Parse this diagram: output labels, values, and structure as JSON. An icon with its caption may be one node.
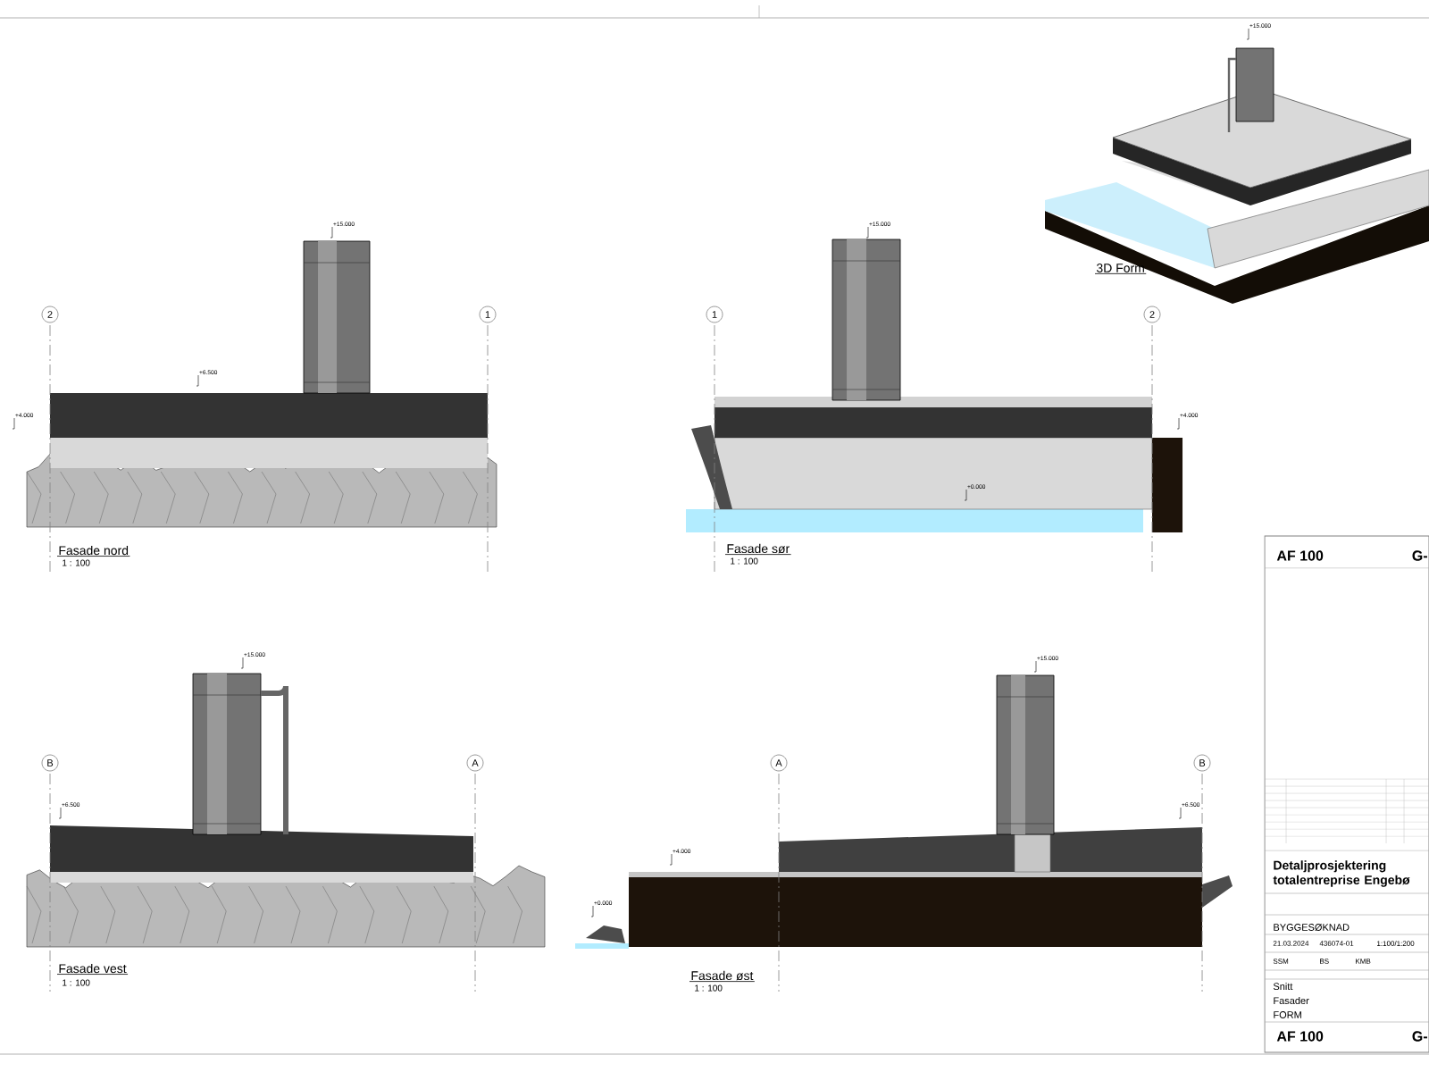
{
  "diagram": {
    "nodes": [
      {
        "text": [
          "2"
        ]
      },
      {
        "text": [
          "1"
        ]
      },
      {
        "text": [
          "1"
        ]
      },
      {
        "text": [
          "2"
        ]
      },
      {
        "text": [
          "B"
        ]
      },
      {
        "text": [
          "A"
        ]
      },
      {
        "text": [
          "A"
        ]
      },
      {
        "text": [
          "B"
        ]
      }
    ],
    "labels": [
      "+15.000",
      "3D Form",
      "+15.000",
      "+6.500",
      "+4.000",
      "Fasade nord",
      "1 : 100",
      "+15.000",
      "+4.000",
      "+0.000",
      "Fasade sør",
      "1 : 100",
      "AF 100",
      "G-",
      "+15.000",
      "+6.500",
      "Fasade vest",
      "1 : 100",
      "+15.000",
      "+6.500",
      "+4.000",
      "+0.000",
      "Fasade øst",
      "1 : 100",
      "Detaljprosjektering totalentreprise Engebø",
      "BYGGESØKNAD",
      "21.03.2024",
      "436074-01",
      "SSM",
      "BS",
      "KMB",
      "1:100/1:200",
      "Snitt",
      "Fasader",
      "FORM",
      "AF 100",
      "G-"
    ]
  }
}
